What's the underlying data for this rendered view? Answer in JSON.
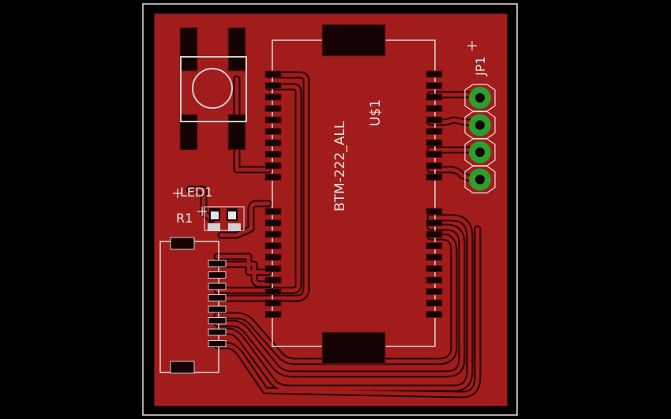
{
  "colors": {
    "background": "#000000",
    "copper": "#a21c1c",
    "trace_gap": "#240303",
    "silkscreen": "#e6e6e6",
    "via_ring": "#2aa02a",
    "pad_dark": "#150202"
  },
  "labels": {
    "module_value": "BTM-222_ALL",
    "module_name": "U$1",
    "header_name": "JP1",
    "led_name": "LED1",
    "resistor_name": "R1"
  },
  "header_pins": 4
}
